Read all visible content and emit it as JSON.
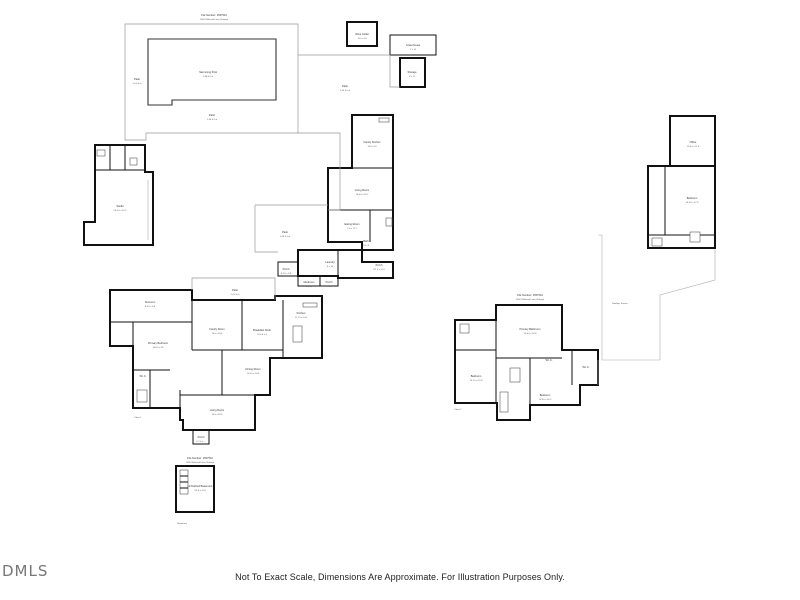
{
  "headers": {
    "main_top": [
      "File Number: 1557516",
      "1602 Wolfcraft Lane, Raleigh"
    ],
    "upper": [
      "File Number: 1557516",
      "1602 Wolfcraft Lane, Raleigh"
    ],
    "basement": [
      "File Number: 1557516",
      "1602 Wolfcraft Lane, Raleigh"
    ]
  },
  "rooms": {
    "swimming_pool": [
      "Swimming Pool",
      "1,88 ft 0 in"
    ],
    "patio_pool": [
      "Patio",
      "1,30 ft 0 in"
    ],
    "patio_left": [
      "Patio",
      "1,0 ft 0 in"
    ],
    "wine_cellar": [
      "Wine Cellar",
      "10 ft x 10"
    ],
    "greenhouse": [
      "Greenhouse",
      "7 x 10"
    ],
    "storage": [
      "Storage",
      "6 x 11"
    ],
    "patio_right": [
      "Patio",
      "1,20 ft 0 in"
    ],
    "patio_mid": [
      "Patio",
      "1,08 ft 0 in"
    ],
    "patio_front": [
      "Patio",
      "1,4 ft 0 in"
    ],
    "studio": [
      "Studio",
      "24.6 ft x 20.2"
    ],
    "family_kitchen": [
      "Family Kitchen",
      "14 ft x 10"
    ],
    "living_room_upper": [
      "Living Room",
      "16.6 ft x 20.7"
    ],
    "eating_room": [
      "Eating Room",
      "7 ft x 11.1"
    ],
    "bath_small": [
      "Bath",
      "7 ft x 6"
    ],
    "porch_side": [
      "Porch",
      "8.1 ft x 11.3"
    ],
    "laundry": [
      "Laundry",
      "8 x 10"
    ],
    "porch_left": [
      "Porch",
      "4.6 ft x 8.6"
    ],
    "mudroom": [
      "Mudroom",
      "6 x 12"
    ],
    "porch_mid": [
      "Porch",
      "8 x 8"
    ],
    "sunroom": [
      "Sunroom",
      "8.6 ft x 9.6"
    ],
    "family_room": [
      "Family Room",
      "14 ft x 19.6"
    ],
    "breakfast_nook": [
      "Breakfast Nook",
      "10.6 ft x 8"
    ],
    "kitchen": [
      "Kitchen",
      "11.7 ft x 14.5"
    ],
    "primary_bedroom_main": [
      "Primary Bedroom",
      "14.6 ft x 16"
    ],
    "wic_main": [
      "W.I.C.",
      ""
    ],
    "dining_room": [
      "Dining Room",
      "11.6 ft x 16.3"
    ],
    "living_room_main": [
      "Living Room",
      "14 ft x 16.4"
    ],
    "porch_front": [
      "Porch",
      "6.7 ft x ..."
    ],
    "floor_1": [
      "Floor 1",
      ""
    ],
    "primary_bathroom": [
      "Primary Bathroom",
      "15.4 ft x 16.8"
    ],
    "wic_upper": [
      "W.I.C.",
      ""
    ],
    "bedroom_a": [
      "Bedroom",
      "13.1 ft x 12.8"
    ],
    "bedroom_b": [
      "Bedroom",
      "15.8 ft x 16.2"
    ],
    "wic_right": [
      "W.I.C.",
      ""
    ],
    "floor_2": [
      "Floor 2",
      ""
    ],
    "rooftop_terrace": [
      "Rooftop Terrace",
      ""
    ],
    "office": [
      "Office",
      "12.6 ft x 11.6"
    ],
    "bedroom_apt": [
      "Bedroom",
      "16.3 ft x 17.8"
    ],
    "unfinished_basement": [
      "Unfinished Basement",
      "9.6 ft x 11.6"
    ],
    "basement": [
      "Basement",
      ""
    ]
  },
  "footer": "Not To Exact Scale, Dimensions Are Approximate. For Illustration Purposes Only.",
  "logo": "DMLS"
}
